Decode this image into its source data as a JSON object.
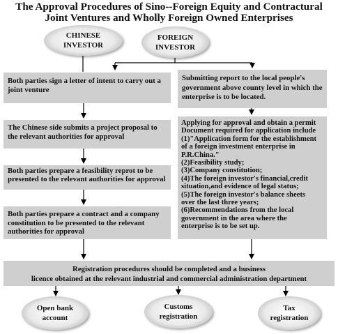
{
  "title": {
    "line1": "The Approval Procedures of Sino--Foreign Equity and Contractural",
    "line2": "Joint Ventures and Wholly Foreign Owned Enterprises"
  },
  "investors": {
    "chinese": "CHINESE\nINVESTOR",
    "foreign": "FOREIGN\nINVESTOR"
  },
  "left_steps": [
    "Both parties sign a letter of intent to carry out a joint venture",
    "The Chinese side submits a project proposal to the relevant authorities for approval",
    "Both parties prepare a feasibility reprot to be presented to the relevant authorities for approval",
    "Both parties prepare a contract and a company constitution to be presented to the relevant authorities for approval"
  ],
  "right_steps": {
    "submit_report": "Submitting report to the local people's government above county level in which the enterprise is to be located.",
    "apply_intro": "Applying for approval and obtain a permit Document required for application include",
    "documents": [
      "(1)\"Application form for the establishment\n      of a foreign investment enterprise in\n      P.R.China.\"",
      "(2)Feasibility study;",
      "(3)Company constitution;",
      "(4)The foreign investor's financial,credit\n      situation,and evidence of legal status;",
      "(5)The foreign investor's balance sheets\n      over the last three years;",
      "(6)Recommendations from the local\n      government in the area where the\n      enterprise is to be set up."
    ]
  },
  "registration": {
    "line1": "Registration procedures should be completed and a business",
    "line2": "licence obtained at the relevant industrial and commercial administration department"
  },
  "outcomes": {
    "bank": "Open bank\naccount",
    "customs": "Customs\nregistration",
    "tax": "Tax\nregistration"
  },
  "colors": {
    "box_fill": "#cfcfcf",
    "line": "#000000"
  }
}
